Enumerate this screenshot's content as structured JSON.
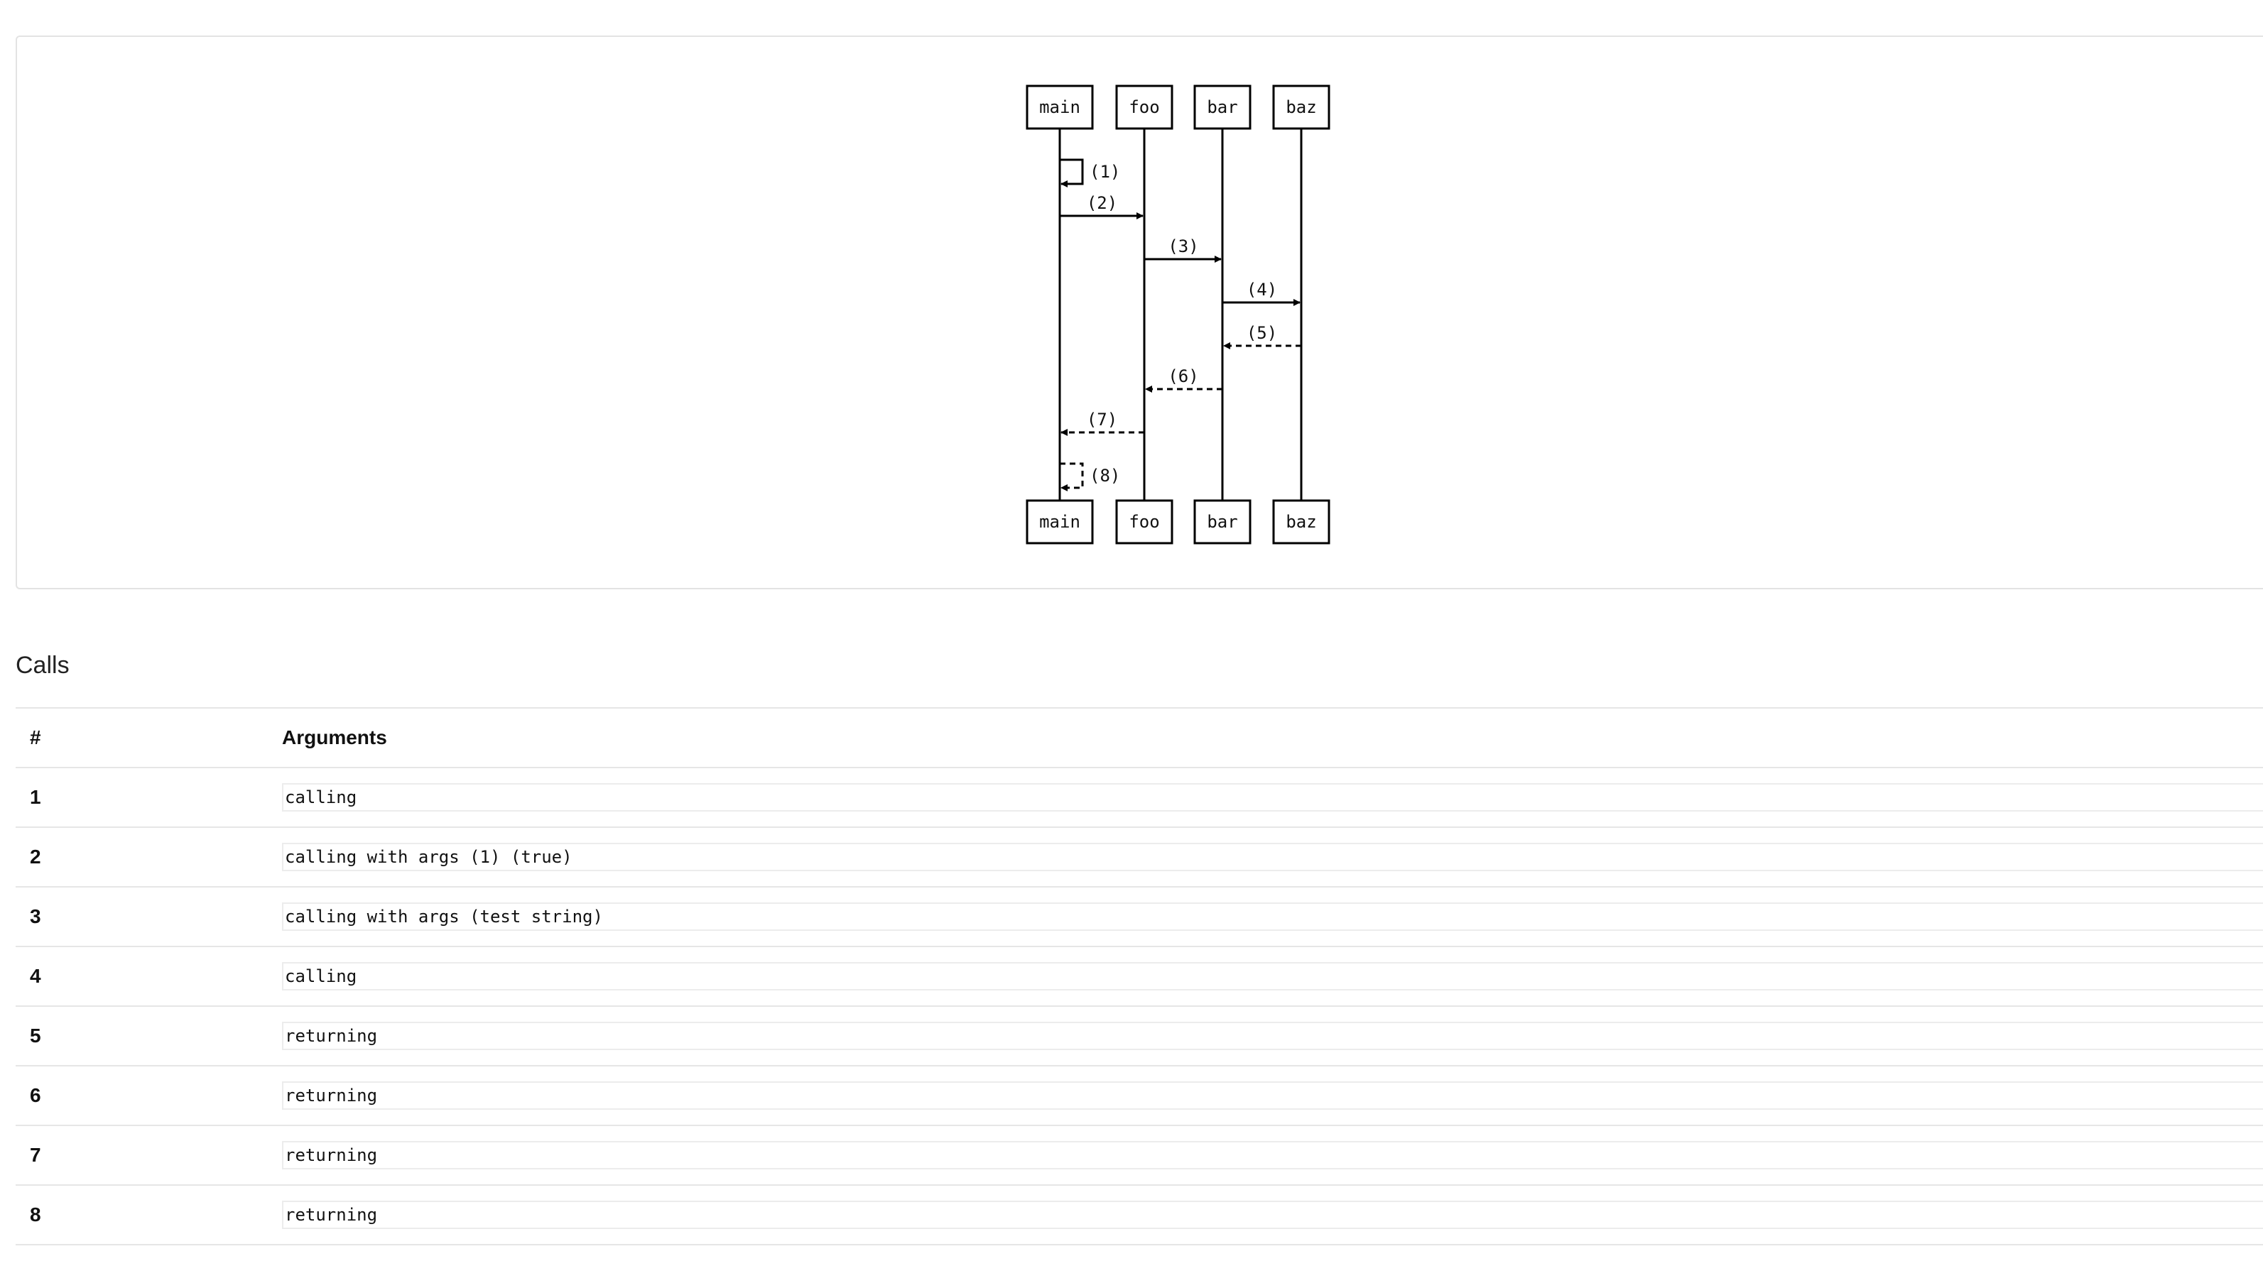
{
  "diagram": {
    "participants": [
      "main",
      "foo",
      "bar",
      "baz"
    ],
    "messages": [
      {
        "label": "(1)",
        "from": 0,
        "to": 0,
        "kind": "call"
      },
      {
        "label": "(2)",
        "from": 0,
        "to": 1,
        "kind": "call"
      },
      {
        "label": "(3)",
        "from": 1,
        "to": 2,
        "kind": "call"
      },
      {
        "label": "(4)",
        "from": 2,
        "to": 3,
        "kind": "call"
      },
      {
        "label": "(5)",
        "from": 3,
        "to": 2,
        "kind": "return"
      },
      {
        "label": "(6)",
        "from": 2,
        "to": 1,
        "kind": "return"
      },
      {
        "label": "(7)",
        "from": 1,
        "to": 0,
        "kind": "return"
      },
      {
        "label": "(8)",
        "from": 0,
        "to": 0,
        "kind": "return"
      }
    ]
  },
  "calls": {
    "heading": "Calls",
    "columns": {
      "number": "#",
      "arguments": "Arguments"
    },
    "rows": [
      {
        "num": "1",
        "args": "calling"
      },
      {
        "num": "2",
        "args": "calling with args (1) (true)"
      },
      {
        "num": "3",
        "args": "calling with args (test string)"
      },
      {
        "num": "4",
        "args": "calling"
      },
      {
        "num": "5",
        "args": "returning"
      },
      {
        "num": "6",
        "args": "returning"
      },
      {
        "num": "7",
        "args": "returning"
      },
      {
        "num": "8",
        "args": "returning"
      }
    ]
  }
}
